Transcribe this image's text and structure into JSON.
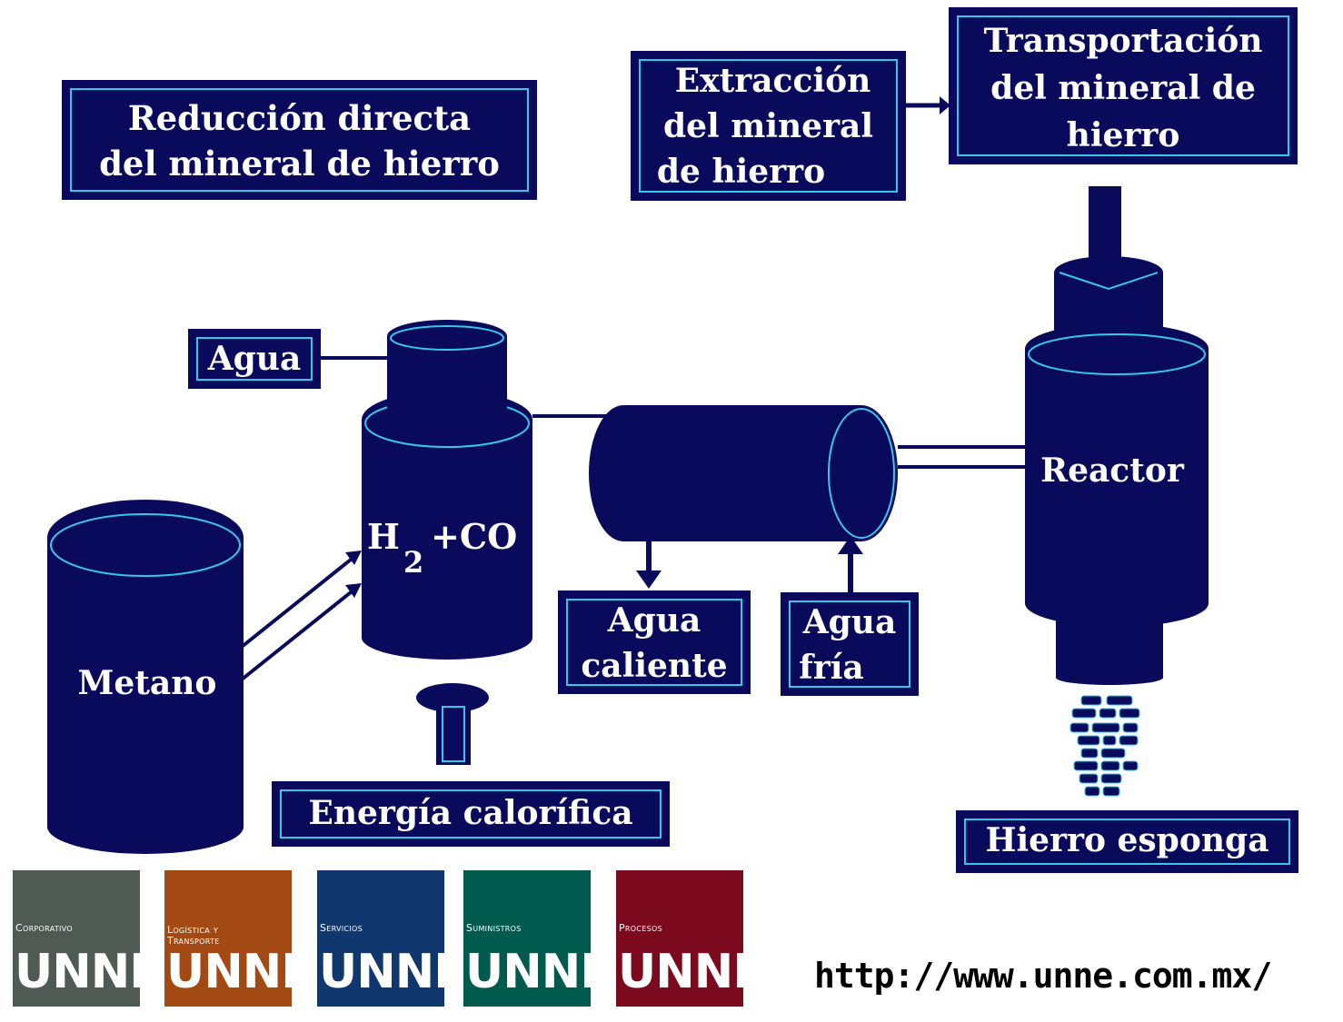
{
  "diagram": {
    "title_lines": [
      "Reducción directa",
      "del mineral de hierro"
    ],
    "extraction_lines": [
      "Extracción",
      "del mineral",
      "de hierro"
    ],
    "transport_lines": [
      "Transportación",
      "del mineral de",
      "hierro"
    ],
    "water_label": "Agua",
    "gas_formula": {
      "h": "H",
      "sub": "2",
      "rest": "+CO"
    },
    "methane_label": "Metano",
    "heat_label": "Energía calorífica",
    "hot_water_lines": [
      "Agua",
      "caliente"
    ],
    "cold_water_lines": [
      "Agua",
      "fría"
    ],
    "reactor_label": "Reactor",
    "sponge_iron_label": "Hierro esponga",
    "colors": {
      "navy": "#0a0a5c",
      "cyan": "#37c7e8"
    }
  },
  "logos": [
    {
      "subtitle": "Corporativo",
      "brand": "UNNE",
      "color": "#4e5a53"
    },
    {
      "subtitle": "Logística y Transporte",
      "brand": "UNNE",
      "color": "#a34a14"
    },
    {
      "subtitle": "Servicios",
      "brand": "UNNE",
      "color": "#10386e"
    },
    {
      "subtitle": "Suministros",
      "brand": "UNNE",
      "color": "#005a4e"
    },
    {
      "subtitle": "Procesos",
      "brand": "UNNE",
      "color": "#7c0a1e"
    }
  ],
  "url": "http://www.unne.com.mx/"
}
